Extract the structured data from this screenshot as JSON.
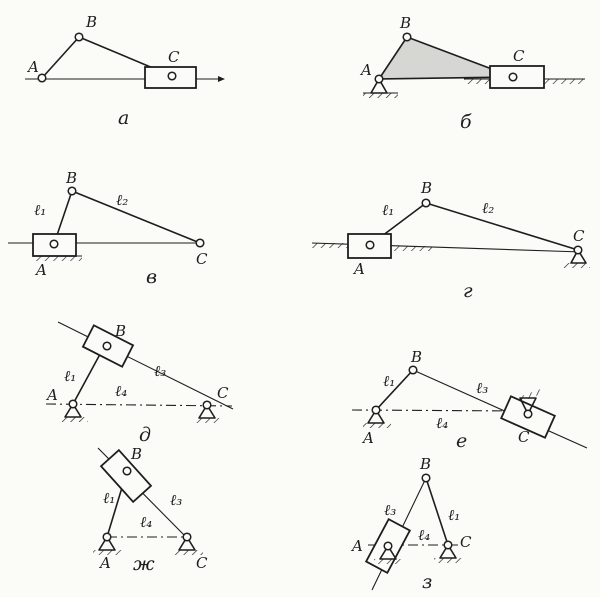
{
  "figures": {
    "a": {
      "caption": "а",
      "A": "A",
      "B": "B",
      "C": "C"
    },
    "b": {
      "caption": "б",
      "A": "A",
      "B": "B",
      "C": "C"
    },
    "v": {
      "caption": "в",
      "A": "A",
      "B": "B",
      "C": "C",
      "l1": "ℓ₁",
      "l2": "ℓ₂"
    },
    "g": {
      "caption": "г",
      "A": "A",
      "B": "B",
      "C": "C",
      "l1": "ℓ₁",
      "l2": "ℓ₂"
    },
    "d": {
      "caption": "д",
      "A": "A",
      "B": "B",
      "C": "C",
      "l1": "ℓ₁",
      "l3": "ℓ₃",
      "l4": "ℓ₄"
    },
    "e": {
      "caption": "е",
      "A": "A",
      "B": "B",
      "C": "C",
      "l1": "ℓ₁",
      "l3": "ℓ₃",
      "l4": "ℓ₄"
    },
    "zh": {
      "caption": "ж",
      "A": "A",
      "B": "B",
      "C": "C",
      "l1": "ℓ₁",
      "l3": "ℓ₃",
      "l4": "ℓ₄"
    },
    "z": {
      "caption": "з",
      "A": "A",
      "B": "B",
      "C": "C",
      "l1": "ℓ₁",
      "l3": "ℓ₃",
      "l4": "ℓ₄"
    }
  }
}
